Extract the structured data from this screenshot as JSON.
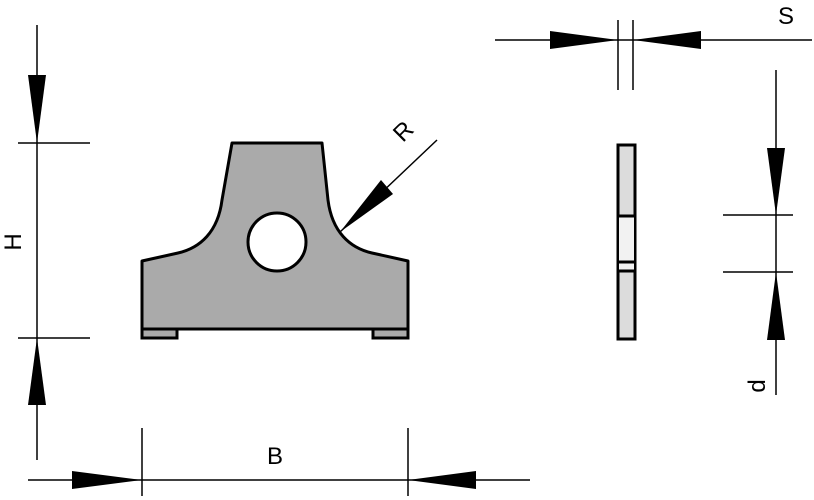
{
  "labels": {
    "height": "H",
    "width": "B",
    "radius": "R",
    "thickness": "S",
    "hole_diameter": "d"
  },
  "colors": {
    "part_fill": "#aaaaaa",
    "side_fill": "#dcdcdc",
    "hole_zone_fill": "#f2f2f2",
    "line": "#000000"
  }
}
